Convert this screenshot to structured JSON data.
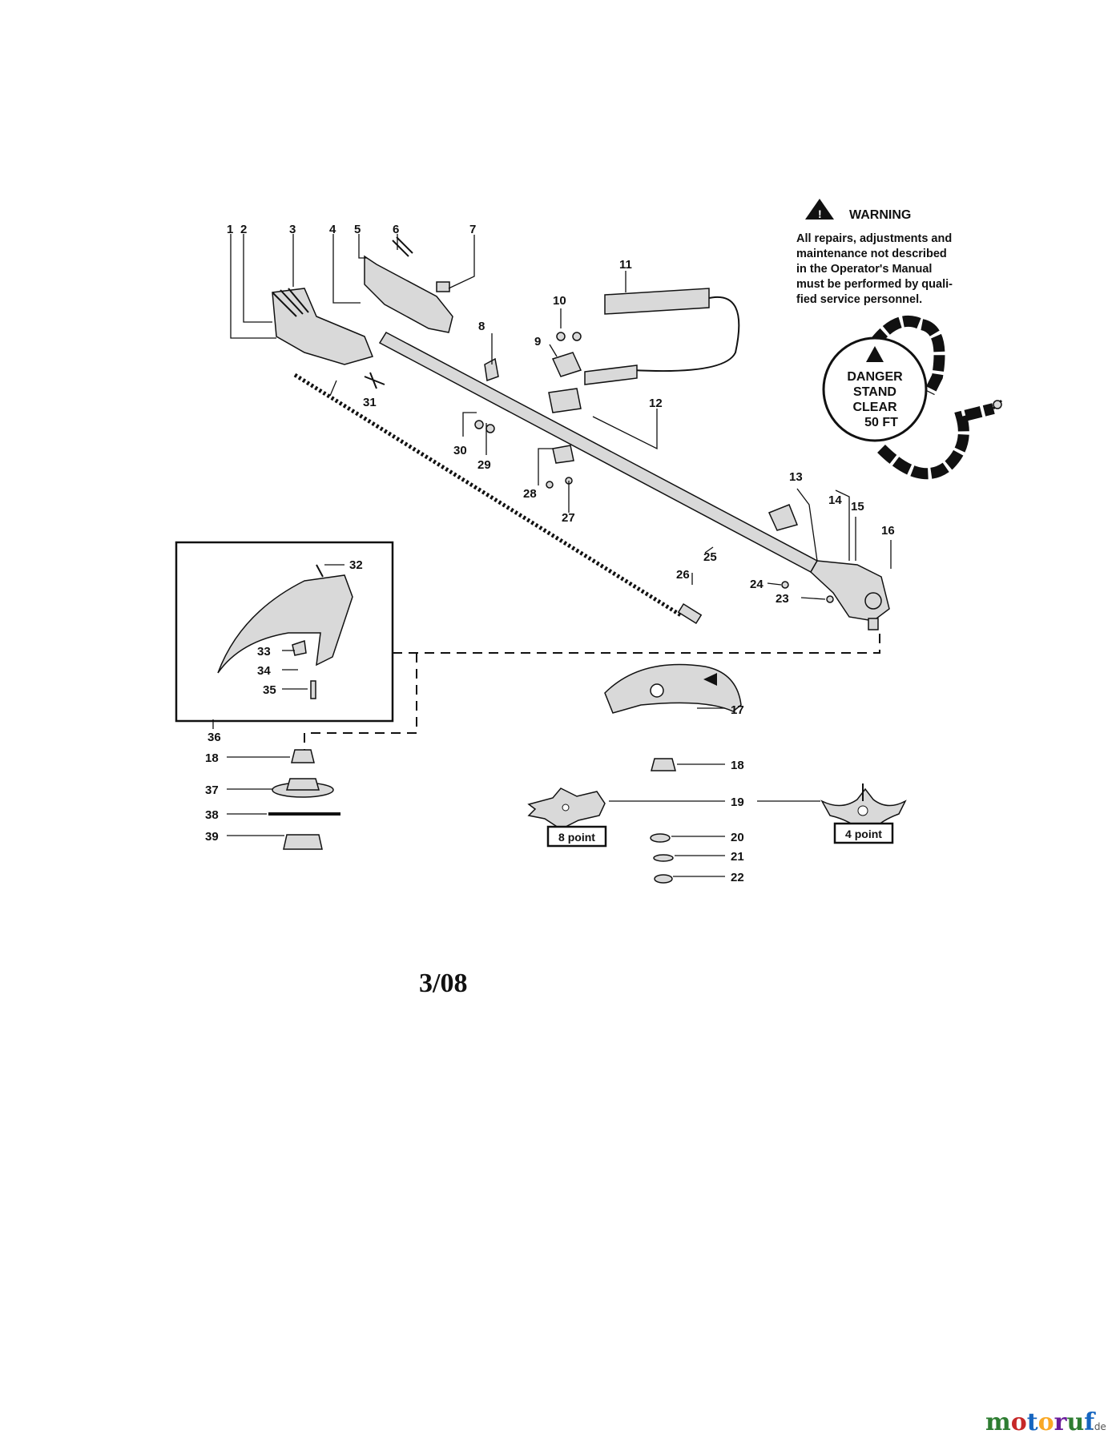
{
  "warning": {
    "title": "WARNING",
    "lines": [
      "All repairs, adjustments and",
      "maintenance not described",
      "in the Operator's Manual",
      "must be performed by quali-",
      "fied service personnel."
    ]
  },
  "danger_label": [
    "DANGER",
    "STAND",
    "CLEAR",
    "50 FT"
  ],
  "blade_labels": {
    "eight_point": "8 point",
    "four_point": "4 point"
  },
  "revision": "3/08",
  "watermark": {
    "brand": "motoruf",
    "tld": ".de"
  },
  "callouts": [
    "1",
    "2",
    "3",
    "4",
    "5",
    "6",
    "7",
    "8",
    "9",
    "10",
    "11",
    "12",
    "13",
    "14",
    "15",
    "16",
    "17",
    "18",
    "19",
    "20",
    "21",
    "22",
    "23",
    "24",
    "25",
    "26",
    "27",
    "28",
    "29",
    "30",
    "31",
    "32",
    "33",
    "34",
    "35",
    "36",
    "18",
    "37",
    "38",
    "39"
  ],
  "colors": {
    "ink": "#111111",
    "watermark_letters": [
      "#2e7d32",
      "#c62828",
      "#1565c0",
      "#f9a825",
      "#6a1b9a",
      "#2e7d32",
      "#1565c0"
    ]
  }
}
